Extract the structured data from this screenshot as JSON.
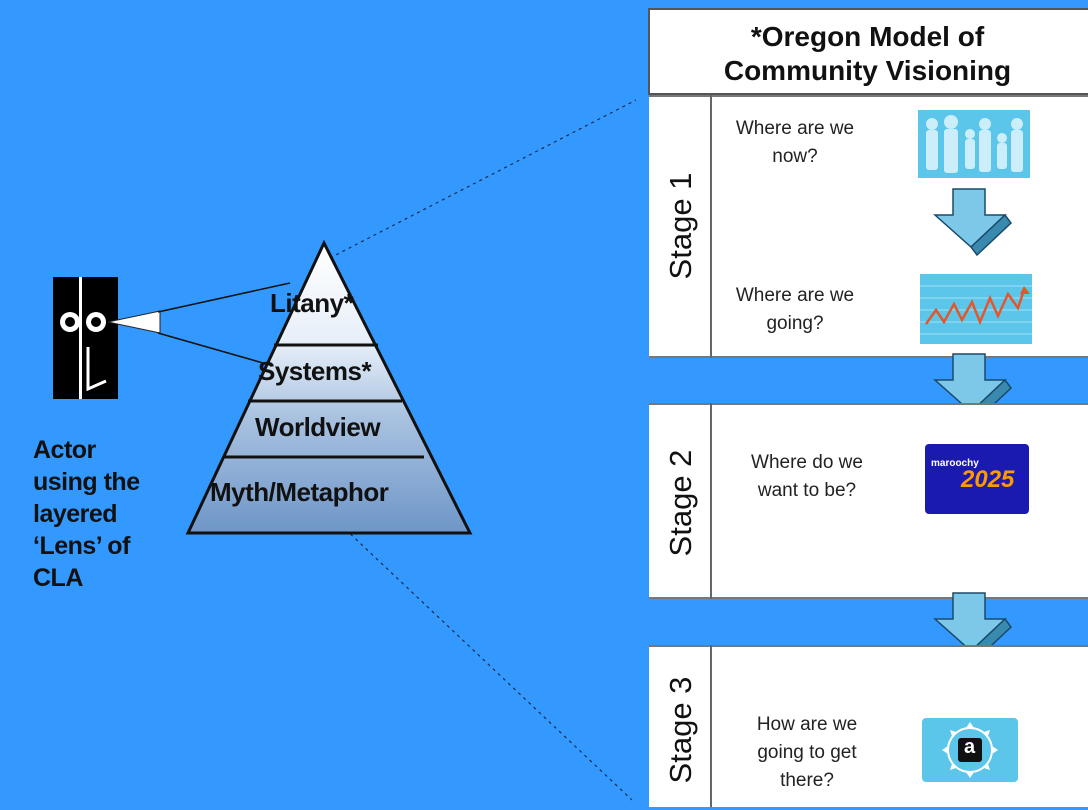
{
  "actor": {
    "caption": "Actor\nusing the\nlayered\n‘Lens’ of\nCLA"
  },
  "pyramid": {
    "layers": [
      {
        "label": "Litany*"
      },
      {
        "label": "Systems*"
      },
      {
        "label": "Worldview"
      },
      {
        "label": "Myth/Metaphor"
      }
    ]
  },
  "panel": {
    "title": "*Oregon Model of\nCommunity Visioning",
    "stages": [
      {
        "label": "Stage 1",
        "questions": [
          "Where are we\nnow?",
          "Where are we\ngoing?"
        ]
      },
      {
        "label": "Stage 2",
        "questions": [
          "Where do we\nwant to be?"
        ],
        "logo_word": "maroochy",
        "logo_year": "2025"
      },
      {
        "label": "Stage 3",
        "questions": [
          "How are we\ngoing to get\nthere?"
        ],
        "icon_letter": "a"
      }
    ]
  },
  "colors": {
    "background": "#3399ff",
    "pyramid_top": "#ffffff",
    "pyramid_bottom": "#6e96c8",
    "arrow_fill": "#7dc8e8",
    "thumb_fill": "#5cc6ea",
    "logo_bg": "#1a1ab0"
  },
  "icons": {
    "actor": "eye-lens-icon",
    "people": "family-silhouette-icon",
    "trend": "zigzag-trend-icon",
    "logo": "maroochy-2025-logo",
    "action": "action-a-icon",
    "down_arrow": "down-arrow-icon"
  }
}
